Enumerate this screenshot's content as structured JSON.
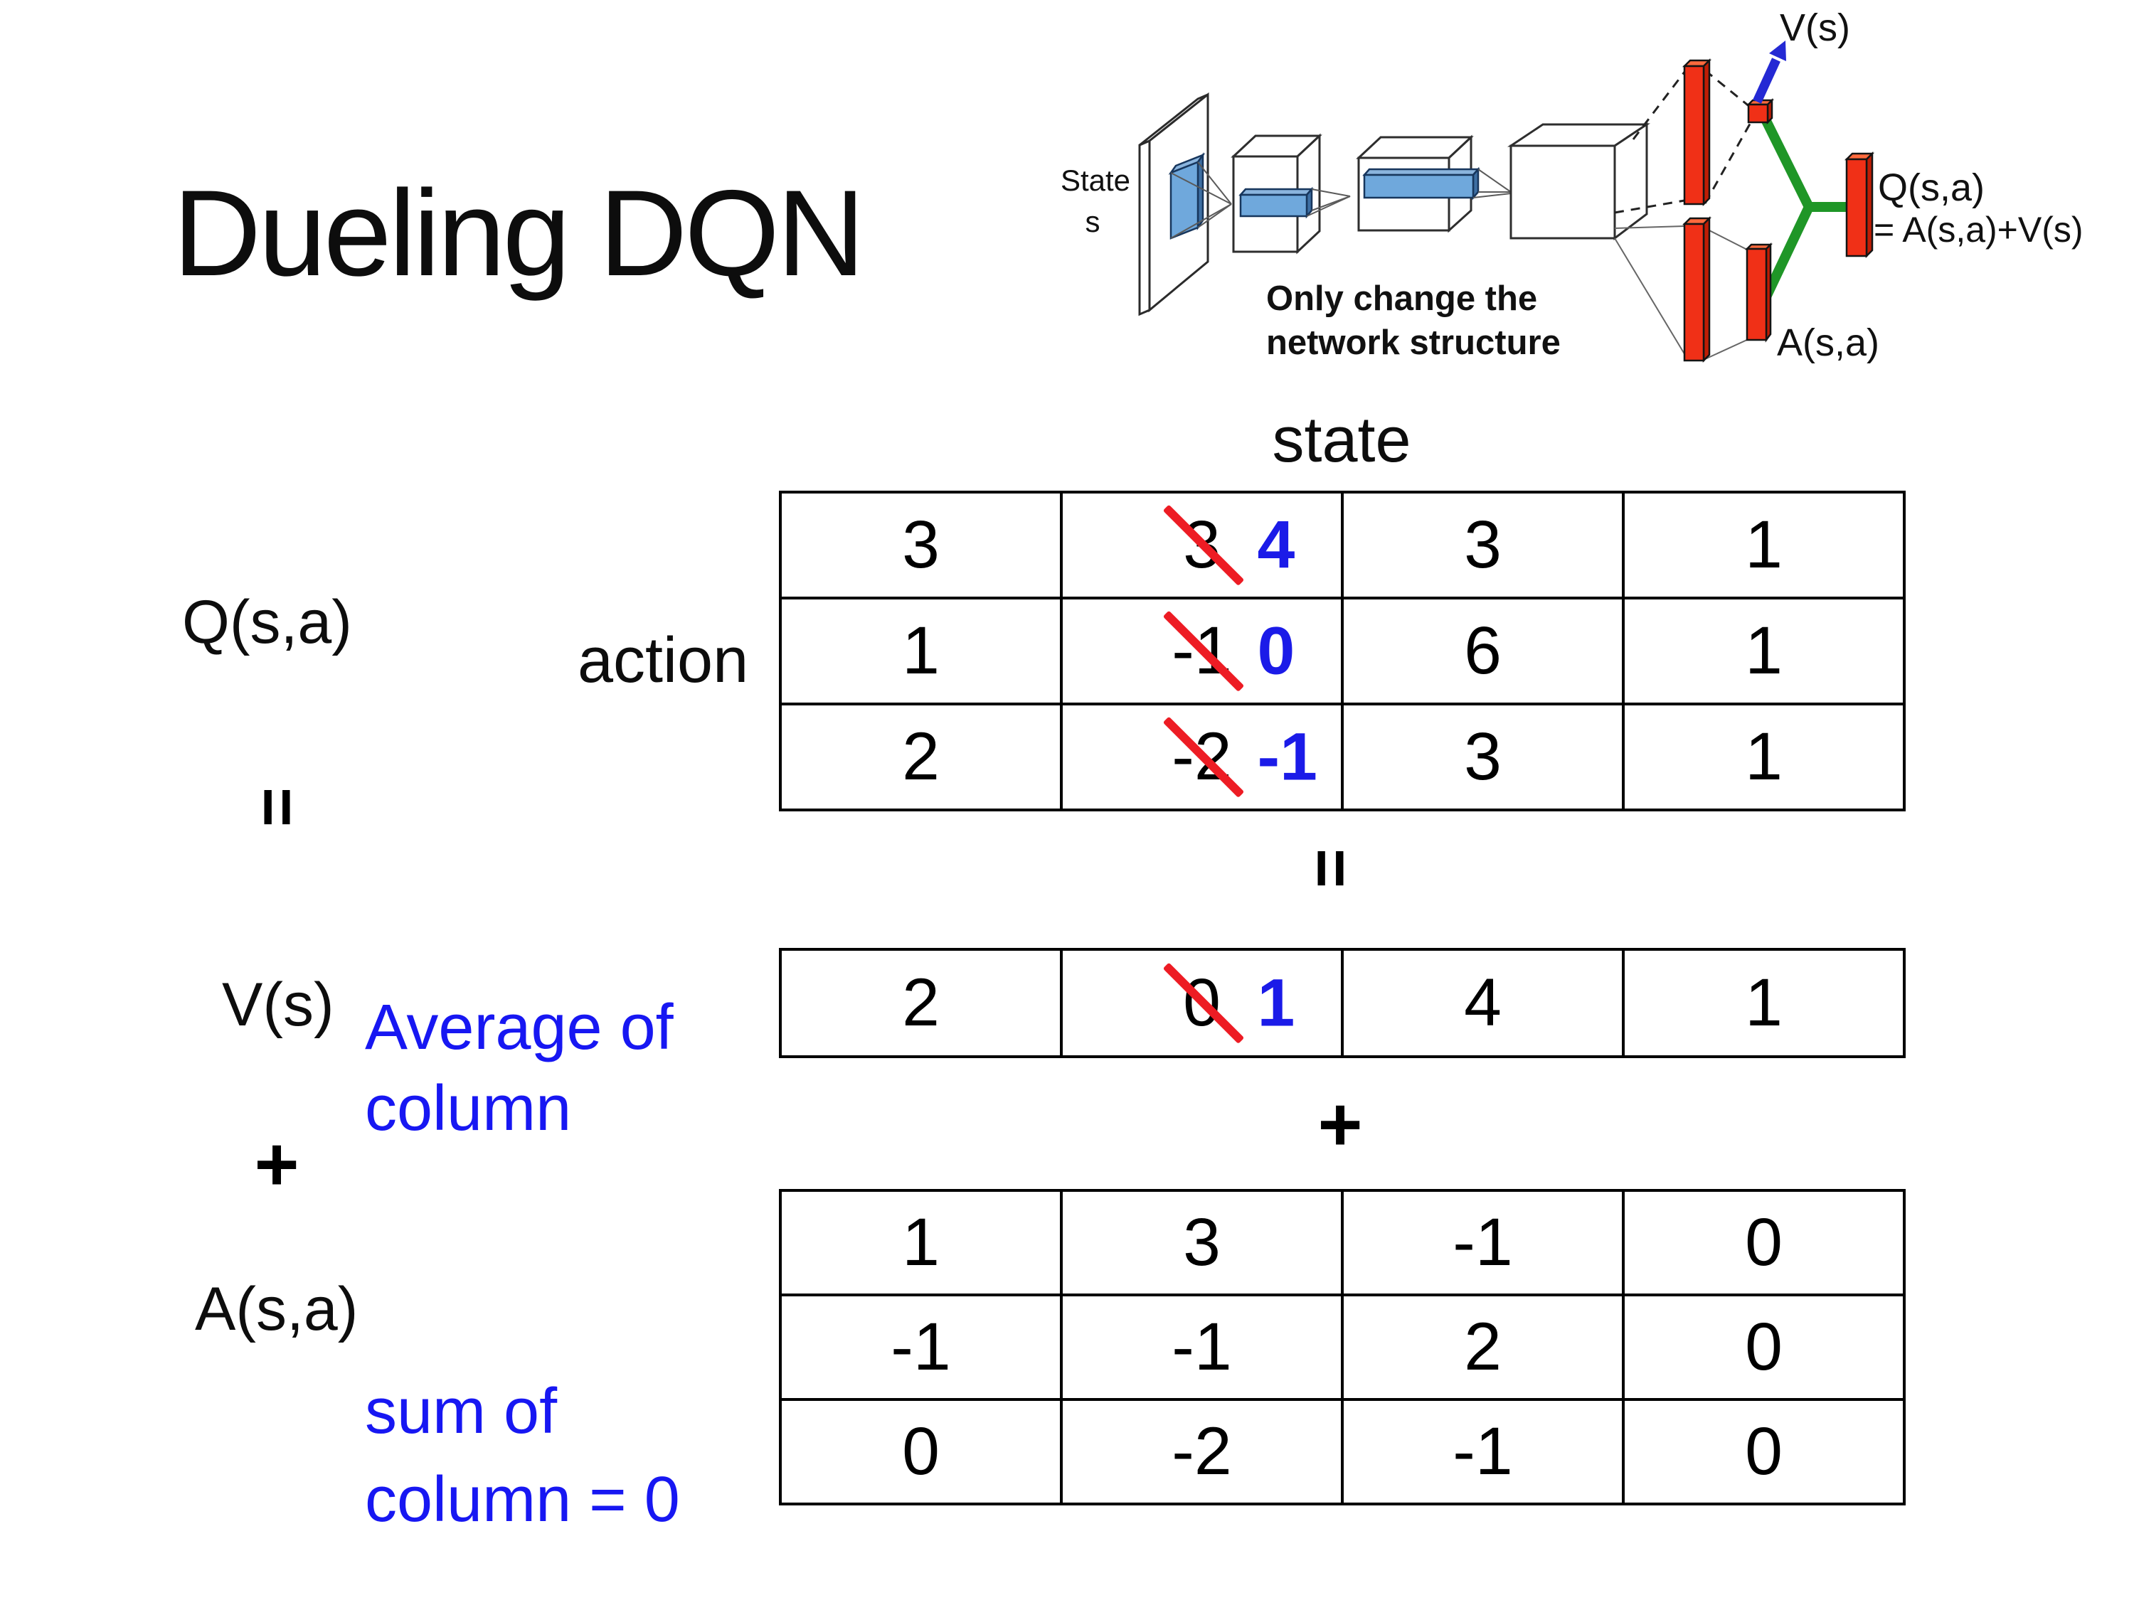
{
  "slide": {
    "title": "Dueling DQN"
  },
  "network_diagram": {
    "state_label_line1": "State",
    "state_label_line2": "s",
    "v_output_label": "V(s)",
    "q_output_label_line1": "Q(s,a)",
    "q_output_label_line2": "= A(s,a)+V(s)",
    "a_output_label": "A(s,a)",
    "note_line1": "Only change the",
    "note_line2": "network structure",
    "colors": {
      "red_front": "#f03017",
      "red_side": "#bf1d05",
      "red_top": "#ff6a3d",
      "green": "#1f9627",
      "arrow_blue": "#2429d4",
      "filter_blue": "#6fa8dc",
      "note_blue": "#1717f2"
    }
  },
  "decomposition": {
    "state_axis_label": "state",
    "action_axis_label": "action",
    "q_label": "Q(s,a)",
    "v_label": "V(s)",
    "a_label": "A(s,a)",
    "equals_sign": "=",
    "plus_sign": "+",
    "avg_note_line1": "Average of",
    "avg_note_line2": "column",
    "sum_note_line1": "sum of",
    "sum_note_line2": "column = 0",
    "strike_color": "#ed1c24",
    "corrected_color": "#1b1be8",
    "q_table": {
      "rows": [
        {
          "c0": "3",
          "c1_old": "3",
          "c1_new": "4",
          "c2": "3",
          "c3": "1"
        },
        {
          "c0": "1",
          "c1_old": "-1",
          "c1_new": "0",
          "c2": "6",
          "c3": "1"
        },
        {
          "c0": "2",
          "c1_old": "-2",
          "c1_new": "-1",
          "c2": "3",
          "c3": "1"
        }
      ]
    },
    "v_table": {
      "row": {
        "c0": "2",
        "c1_old": "0",
        "c1_new": "1",
        "c2": "4",
        "c3": "1"
      }
    },
    "a_table": {
      "rows": [
        {
          "c0": "1",
          "c1": "3",
          "c2": "-1",
          "c3": "0"
        },
        {
          "c0": "-1",
          "c1": "-1",
          "c2": "2",
          "c3": "0"
        },
        {
          "c0": "0",
          "c1": "-2",
          "c2": "-1",
          "c3": "0"
        }
      ]
    }
  }
}
